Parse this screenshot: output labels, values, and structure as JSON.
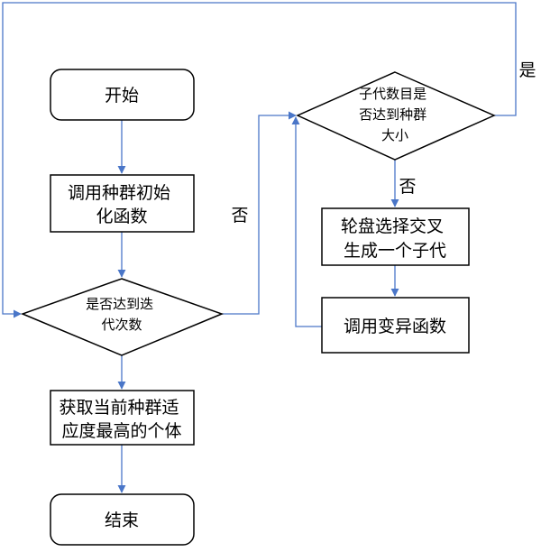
{
  "nodes": {
    "start": {
      "lines": [
        "开始"
      ]
    },
    "init": {
      "lines": [
        "调用种群初始",
        "化函数"
      ]
    },
    "iter_check": {
      "lines": [
        "是否达到迭",
        "代次数"
      ]
    },
    "get_best": {
      "lines": [
        "获取当前种群适",
        "应度最高的个体"
      ]
    },
    "end": {
      "lines": [
        "结束"
      ]
    },
    "child_check": {
      "lines": [
        "子代数目是",
        "否达到种群",
        "大小"
      ]
    },
    "roulette": {
      "lines": [
        "轮盘选择交叉",
        "生成一个子代"
      ]
    },
    "mutate": {
      "lines": [
        "调用变异函数"
      ]
    }
  },
  "edge_labels": {
    "iter_no": "否",
    "child_yes": "是",
    "child_no": "否"
  },
  "colors": {
    "connector": "#4a76c8",
    "shape_border": "#000000"
  }
}
